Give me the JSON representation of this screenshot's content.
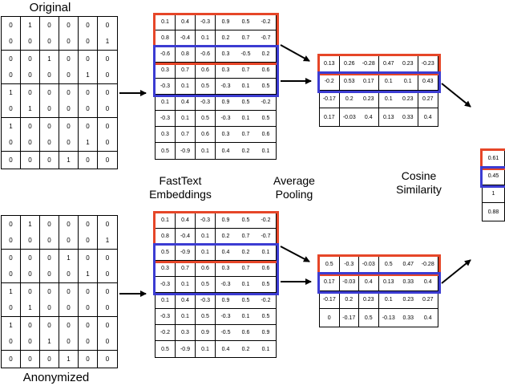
{
  "labels": {
    "original": "Original",
    "anonymized": "Anonymized",
    "fasttext_line1": "FastText",
    "fasttext_line2": "Embeddings",
    "pooling_line1": "Average",
    "pooling_line2": "Pooling",
    "cosine_line1": "Cosine",
    "cosine_line2": "Similarity"
  },
  "colors": {
    "window_red": "#e64628",
    "window_blue": "#3c3cd2",
    "line": "#000000"
  },
  "original_matrix": {
    "rows": [
      [
        "0",
        "1",
        "0",
        "0",
        "0",
        "0"
      ],
      [
        "0",
        "0",
        "0",
        "0",
        "0",
        "1"
      ],
      [
        "0",
        "0",
        "1",
        "0",
        "0",
        "0"
      ],
      [
        "0",
        "0",
        "0",
        "0",
        "1",
        "0"
      ],
      [
        "1",
        "0",
        "0",
        "0",
        "0",
        "0"
      ],
      [
        "0",
        "1",
        "0",
        "0",
        "0",
        "0"
      ],
      [
        "1",
        "0",
        "0",
        "0",
        "0",
        "0"
      ],
      [
        "0",
        "0",
        "0",
        "0",
        "1",
        "0"
      ],
      [
        "0",
        "0",
        "0",
        "1",
        "0",
        "0"
      ]
    ]
  },
  "original_embeddings": {
    "red_window_rows": [
      1,
      3
    ],
    "blue_window_rows": [
      3,
      5
    ],
    "rows": [
      [
        "0.1",
        "0.4",
        "-0.3",
        "0.9",
        "0.5",
        "-0.2"
      ],
      [
        "0.8",
        "-0.4",
        "0.1",
        "0.2",
        "0.7",
        "-0.7"
      ],
      [
        "-0.6",
        "0.8",
        "-0.6",
        "0.3",
        "-0.5",
        "0.2"
      ],
      [
        "0.3",
        "0.7",
        "0.6",
        "0.3",
        "0.7",
        "0.6"
      ],
      [
        "-0.3",
        "0.1",
        "0.5",
        "-0.3",
        "0.1",
        "0.5"
      ],
      [
        "0.1",
        "0.4",
        "-0.3",
        "0.9",
        "0.5",
        "-0.2"
      ],
      [
        "-0.3",
        "0.1",
        "0.5",
        "-0.3",
        "0.1",
        "0.5"
      ],
      [
        "0.3",
        "0.7",
        "0.6",
        "0.3",
        "0.7",
        "0.6"
      ],
      [
        "0.5",
        "-0.9",
        "0.1",
        "0.4",
        "0.2",
        "0.1"
      ]
    ]
  },
  "original_pooled": {
    "red_window_rows": [
      1,
      1
    ],
    "blue_window_rows": [
      2,
      2
    ],
    "rows": [
      [
        "0.13",
        "0.26",
        "-0.28",
        "0.47",
        "0.23",
        "-0.23"
      ],
      [
        "-0.2",
        "0.53",
        "0.17",
        "0.1",
        "0.1",
        "0.43"
      ],
      [
        "-0.17",
        "0.2",
        "0.23",
        "0.1",
        "0.23",
        "0.27"
      ],
      [
        "0.17",
        "-0.03",
        "0.4",
        "0.13",
        "0.33",
        "0.4"
      ]
    ]
  },
  "anonymized_matrix": {
    "rows": [
      [
        "0",
        "1",
        "0",
        "0",
        "0",
        "0"
      ],
      [
        "0",
        "0",
        "0",
        "0",
        "0",
        "1"
      ],
      [
        "0",
        "0",
        "0",
        "1",
        "0",
        "0"
      ],
      [
        "0",
        "0",
        "0",
        "0",
        "1",
        "0"
      ],
      [
        "1",
        "0",
        "0",
        "0",
        "0",
        "0"
      ],
      [
        "0",
        "1",
        "0",
        "0",
        "0",
        "0"
      ],
      [
        "1",
        "0",
        "0",
        "0",
        "0",
        "0"
      ],
      [
        "0",
        "0",
        "1",
        "0",
        "0",
        "0"
      ],
      [
        "0",
        "0",
        "0",
        "1",
        "0",
        "0"
      ]
    ]
  },
  "anonymized_embeddings": {
    "red_window_rows": [
      1,
      3
    ],
    "blue_window_rows": [
      3,
      5
    ],
    "rows": [
      [
        "0.1",
        "0.4",
        "-0.3",
        "0.9",
        "0.5",
        "-0.2"
      ],
      [
        "0.8",
        "-0.4",
        "0.1",
        "0.2",
        "0.7",
        "-0.7"
      ],
      [
        "0.5",
        "-0.9",
        "0.1",
        "0.4",
        "0.2",
        "0.1"
      ],
      [
        "0.3",
        "0.7",
        "0.6",
        "0.3",
        "0.7",
        "0.6"
      ],
      [
        "-0.3",
        "0.1",
        "0.5",
        "-0.3",
        "0.1",
        "0.5"
      ],
      [
        "0.1",
        "0.4",
        "-0.3",
        "0.9",
        "0.5",
        "-0.2"
      ],
      [
        "-0.3",
        "0.1",
        "0.5",
        "-0.3",
        "0.1",
        "0.5"
      ],
      [
        "-0.2",
        "0.3",
        "0.9",
        "-0.5",
        "0.6",
        "0.9"
      ],
      [
        "0.5",
        "-0.9",
        "0.1",
        "0.4",
        "0.2",
        "0.1"
      ]
    ]
  },
  "anonymized_pooled": {
    "red_window_rows": [
      1,
      1
    ],
    "blue_window_rows": [
      2,
      2
    ],
    "rows": [
      [
        "0.5",
        "-0.3",
        "-0.03",
        "0.5",
        "0.47",
        "-0.28"
      ],
      [
        "0.17",
        "-0.03",
        "0.4",
        "0.13",
        "0.33",
        "0.4"
      ],
      [
        "-0.17",
        "0.2",
        "0.23",
        "0.1",
        "0.23",
        "0.27"
      ],
      [
        "0",
        "-0.17",
        "0.5",
        "-0.13",
        "0.33",
        "0.4"
      ]
    ]
  },
  "cosine_similarity": {
    "red_window_rows": [
      1,
      1
    ],
    "blue_window_rows": [
      2,
      2
    ],
    "rows": [
      [
        "0.61"
      ],
      [
        "0.45"
      ],
      [
        "1"
      ],
      [
        "0.88"
      ]
    ]
  }
}
